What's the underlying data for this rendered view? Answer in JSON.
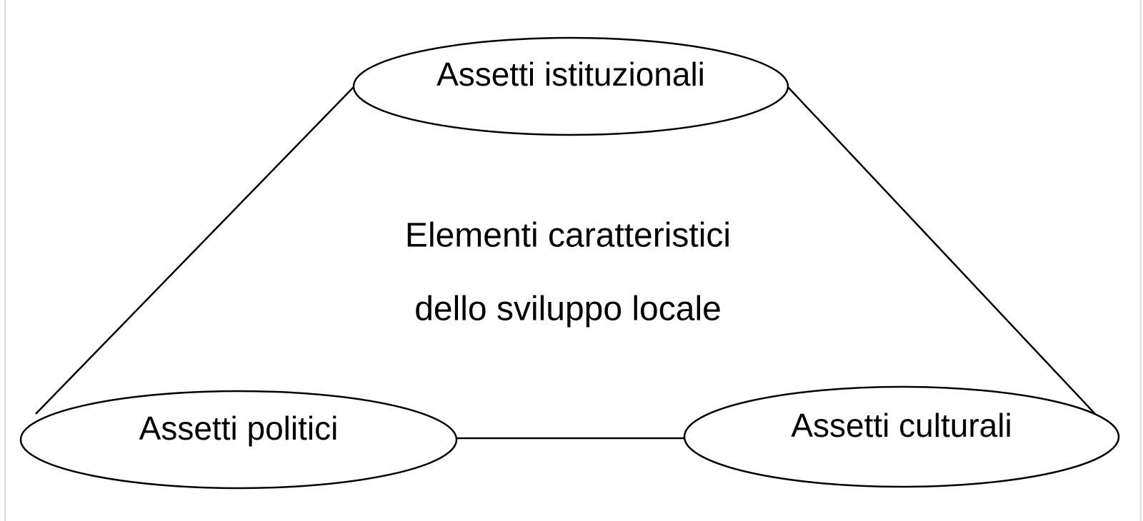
{
  "diagram": {
    "nodes": {
      "top": {
        "label": "Assetti istituzionali"
      },
      "left": {
        "label": "Assetti politici"
      },
      "right": {
        "label": "Assetti culturali"
      }
    },
    "center": {
      "line1": "Elementi caratteristici",
      "line2": "dello sviluppo locale"
    }
  }
}
